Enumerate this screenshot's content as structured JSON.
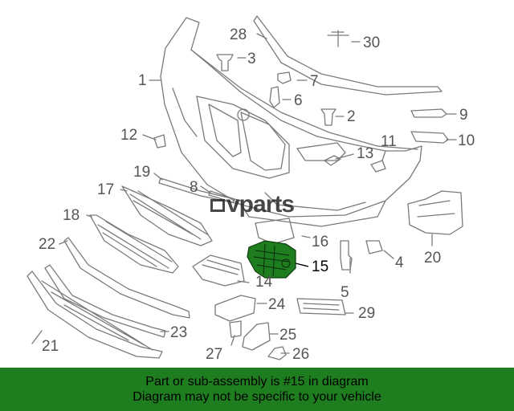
{
  "watermark": "vparts",
  "callouts": [
    "1",
    "2",
    "3",
    "4",
    "5",
    "6",
    "7",
    "8",
    "9",
    "10",
    "11",
    "12",
    "13",
    "14",
    "15",
    "16",
    "17",
    "18",
    "19",
    "20",
    "21",
    "22",
    "23",
    "24",
    "25",
    "26",
    "27",
    "28",
    "29",
    "30"
  ],
  "highlighted_part": "15",
  "footer": {
    "line1": "Part or sub-assembly is #15 in diagram",
    "line2": "Diagram may not be specific to your vehicle"
  },
  "colors": {
    "footer_bg": "#1e7d1e",
    "highlight_fill": "#1e7d1e",
    "line_art": "#7a7a7a"
  }
}
